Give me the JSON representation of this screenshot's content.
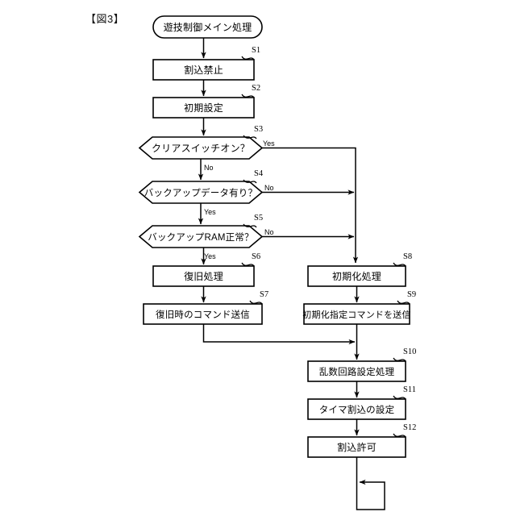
{
  "figure": {
    "title": "【図3】",
    "caption_language": "ja"
  },
  "diagram": {
    "type": "flowchart",
    "orientation": "top-down",
    "line_color": "#000000",
    "fill_color": "#ffffff",
    "start": {
      "id": "start",
      "shape": "terminator",
      "label": "遊技制御メイン処理"
    },
    "nodes": [
      {
        "id": "S1",
        "step": "S1",
        "shape": "process",
        "label": "割込禁止"
      },
      {
        "id": "S2",
        "step": "S2",
        "shape": "process",
        "label": "初期設定"
      },
      {
        "id": "S3",
        "step": "S3",
        "shape": "decision",
        "label": "クリアスイッチオン？"
      },
      {
        "id": "S4",
        "step": "S4",
        "shape": "decision",
        "label": "バックアップデータ有り？"
      },
      {
        "id": "S5",
        "step": "S5",
        "shape": "decision",
        "label": "バックアップRAM正常？"
      },
      {
        "id": "S6",
        "step": "S6",
        "shape": "process",
        "label": "復旧処理"
      },
      {
        "id": "S7",
        "step": "S7",
        "shape": "process",
        "label": "復旧時のコマンド送信"
      },
      {
        "id": "S8",
        "step": "S8",
        "shape": "process",
        "label": "初期化処理"
      },
      {
        "id": "S9",
        "step": "S9",
        "shape": "process",
        "label": "初期化指定コマンドを送信"
      },
      {
        "id": "S10",
        "step": "S10",
        "shape": "process",
        "label": "乱数回路設定処理"
      },
      {
        "id": "S11",
        "step": "S11",
        "shape": "process",
        "label": "タイマ割込の設定"
      },
      {
        "id": "S12",
        "step": "S12",
        "shape": "process",
        "label": "割込許可"
      }
    ],
    "branch_labels": {
      "s3_yes": "Yes",
      "s3_no": "No",
      "s4_no": "No",
      "s4_yes": "Yes",
      "s5_no": "No",
      "s5_yes": "Yes"
    },
    "edges": [
      {
        "from": "start",
        "to": "S1",
        "label": ""
      },
      {
        "from": "S1",
        "to": "S2",
        "label": ""
      },
      {
        "from": "S2",
        "to": "S3",
        "label": ""
      },
      {
        "from": "S3",
        "to": "S4",
        "label": "No"
      },
      {
        "from": "S3",
        "to": "S8",
        "label": "Yes"
      },
      {
        "from": "S4",
        "to": "S5",
        "label": "Yes"
      },
      {
        "from": "S4",
        "to": "S8",
        "label": "No"
      },
      {
        "from": "S5",
        "to": "S6",
        "label": "Yes"
      },
      {
        "from": "S5",
        "to": "S8",
        "label": "No"
      },
      {
        "from": "S6",
        "to": "S7",
        "label": ""
      },
      {
        "from": "S7",
        "to": "S10",
        "label": ""
      },
      {
        "from": "S8",
        "to": "S9",
        "label": ""
      },
      {
        "from": "S9",
        "to": "S10",
        "label": ""
      },
      {
        "from": "S10",
        "to": "S11",
        "label": ""
      },
      {
        "from": "S11",
        "to": "S12",
        "label": ""
      },
      {
        "from": "S12",
        "to": "S12",
        "label": "loop"
      }
    ]
  }
}
